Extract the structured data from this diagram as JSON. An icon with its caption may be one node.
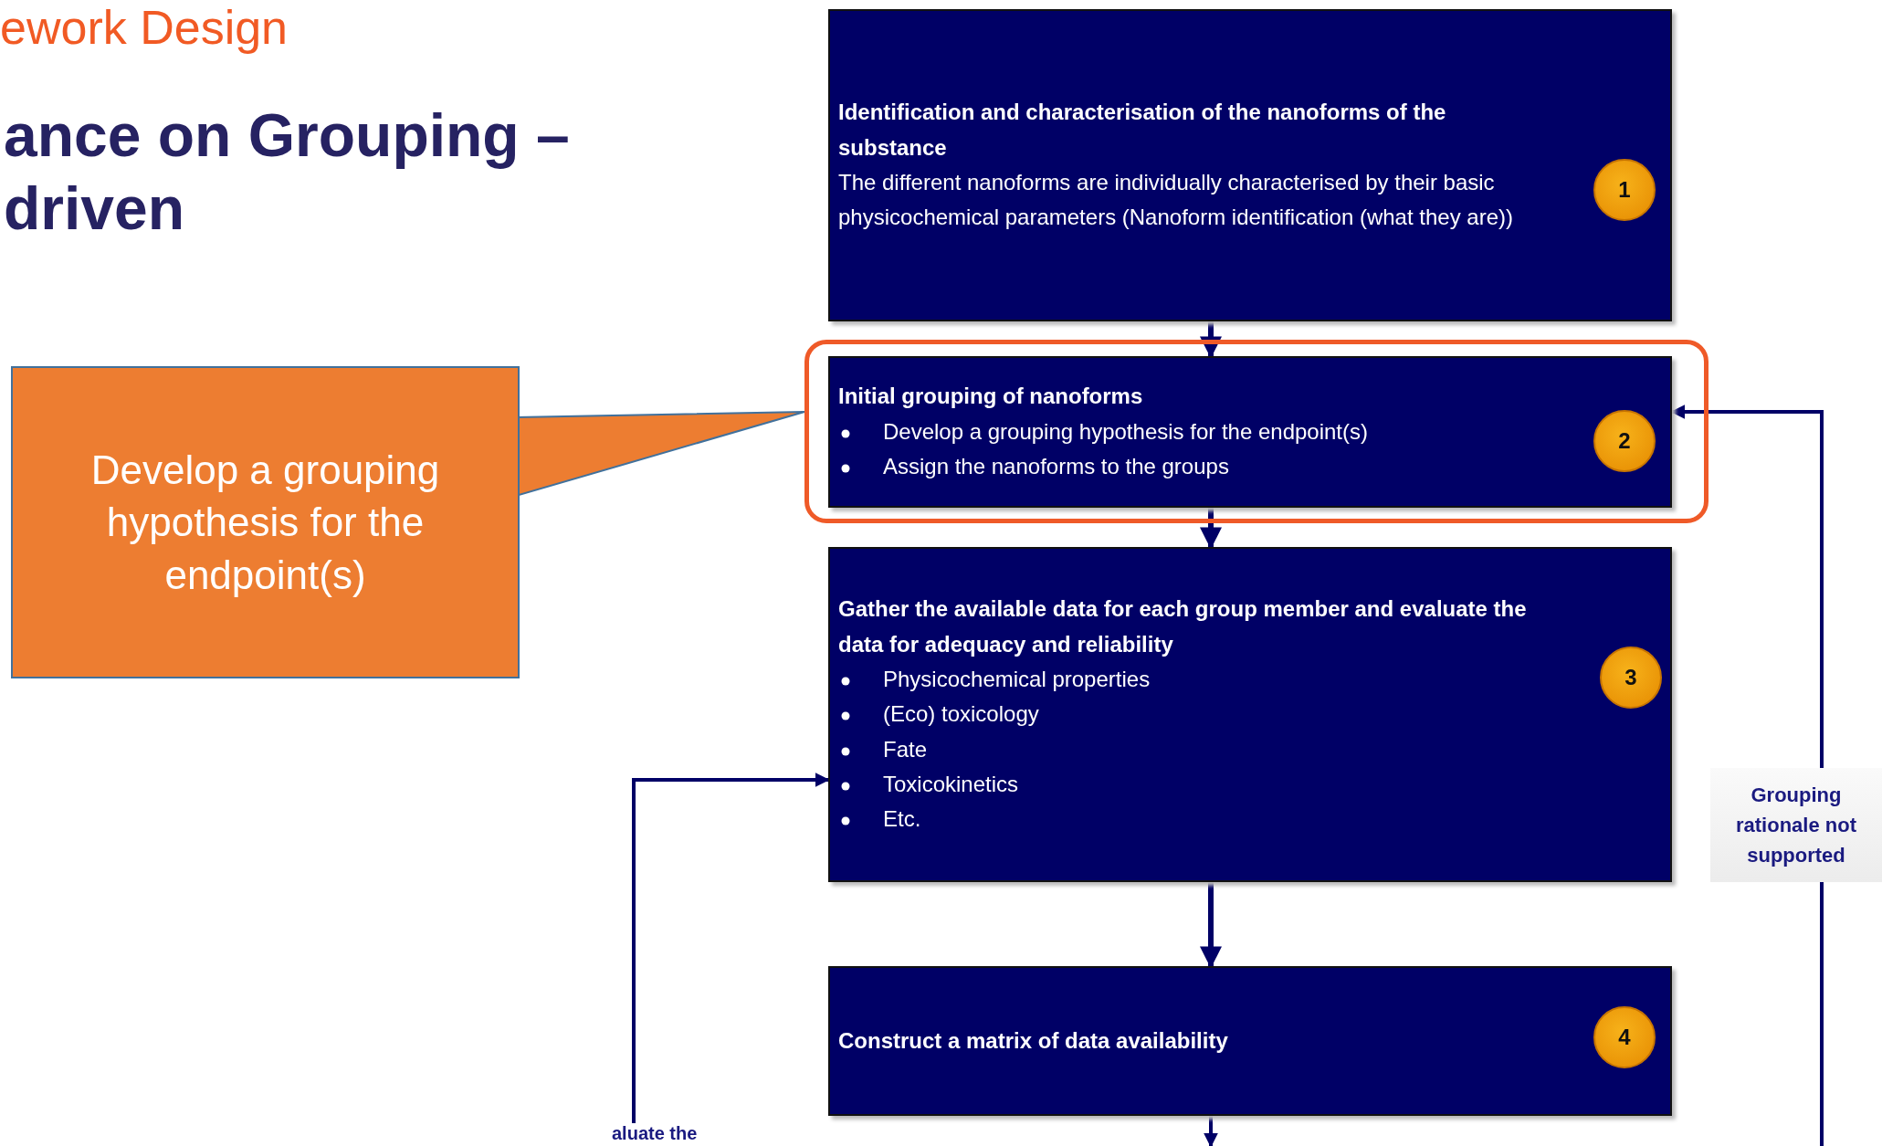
{
  "diagram": {
    "title": "ance on Grouping – driven",
    "nodes": [
      {
        "text": [
          "Identification  and characterisation of the nanoforms of the substance",
          "The different nanoforms are individually characterised by their basic physicochemical parameters (Nanoform identification (what they are))"
        ]
      },
      {
        "text": [
          "1"
        ],
        "in": 0
      },
      {
        "text": [],
        "shape": "box"
      },
      {
        "text": [
          "Initial grouping of nanoforms",
          "Develop a grouping hypothesis for the endpoint(s)",
          "Assign the nanoforms to the  groups"
        ],
        "in": 2
      },
      {
        "text": [
          "2"
        ],
        "in": 3
      },
      {
        "text": [
          "Gather the available data for each group member  and evaluate the data for adequacy and reliability",
          "Physicochemical properties",
          "(Eco) toxicology",
          "Fate",
          "Toxicokinetics",
          "Etc."
        ]
      },
      {
        "text": [
          "3"
        ],
        "in": 5
      },
      {
        "text": [
          "Construct a matrix of data availability"
        ]
      },
      {
        "text": [
          "4"
        ],
        "in": 7
      },
      {
        "text": [
          "Develop a grouping hypothesis for the endpoint(s)"
        ]
      },
      {
        "text": [
          "aluate the"
        ]
      }
    ],
    "edges": [
      {
        "from": 0,
        "to": 3,
        "arrow": "to"
      },
      {
        "from": 3,
        "to": 5,
        "arrow": "to"
      },
      {
        "from": 5,
        "to": 7,
        "arrow": "to"
      },
      {
        "from": 7,
        "to": null,
        "arrow": "to"
      },
      {
        "from": 10,
        "to": 5,
        "arrow": "to"
      },
      {
        "from": null,
        "to": 3,
        "arrow": "to",
        "label": "Grouping rationale not supported"
      },
      {
        "from": 9,
        "to": 2,
        "arrow": "none"
      }
    ],
    "labels": [
      "ework Design"
    ]
  }
}
